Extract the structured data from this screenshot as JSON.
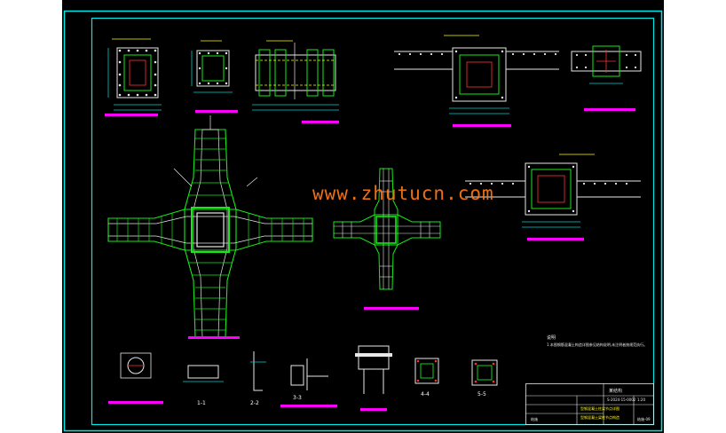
{
  "watermark": "www.zhutucn.com",
  "colors": {
    "background": "#000000",
    "frame": "#00e5e5",
    "rebar_main": "#18e818",
    "rebar_white": "#e8e8e8",
    "section": "#ffffff",
    "title_magenta": "#ff00ff",
    "note_yellow": "#ffff00",
    "watermark": "#ff7a1a",
    "dim_cyan": "#00d0d0"
  },
  "notes": {
    "heading": "说明",
    "line1": "1.本图钢筋混凝土构造详图参见结构说明,未注明者按规范执行。"
  },
  "title_block": {
    "project": "某结构",
    "drawing_number": "S-2024-15-0002",
    "sheet_label": "结施",
    "sheet_code": "结施-09",
    "scale": "1:20",
    "title_line1": "型钢混凝土柱梁节点详图",
    "title_line2": "型钢混凝土梁柱节点构造"
  },
  "section_labels": {
    "s1": "1-1",
    "s2": "2-2",
    "s3": "3-3",
    "s4": "4-4",
    "s5": "5-5"
  }
}
